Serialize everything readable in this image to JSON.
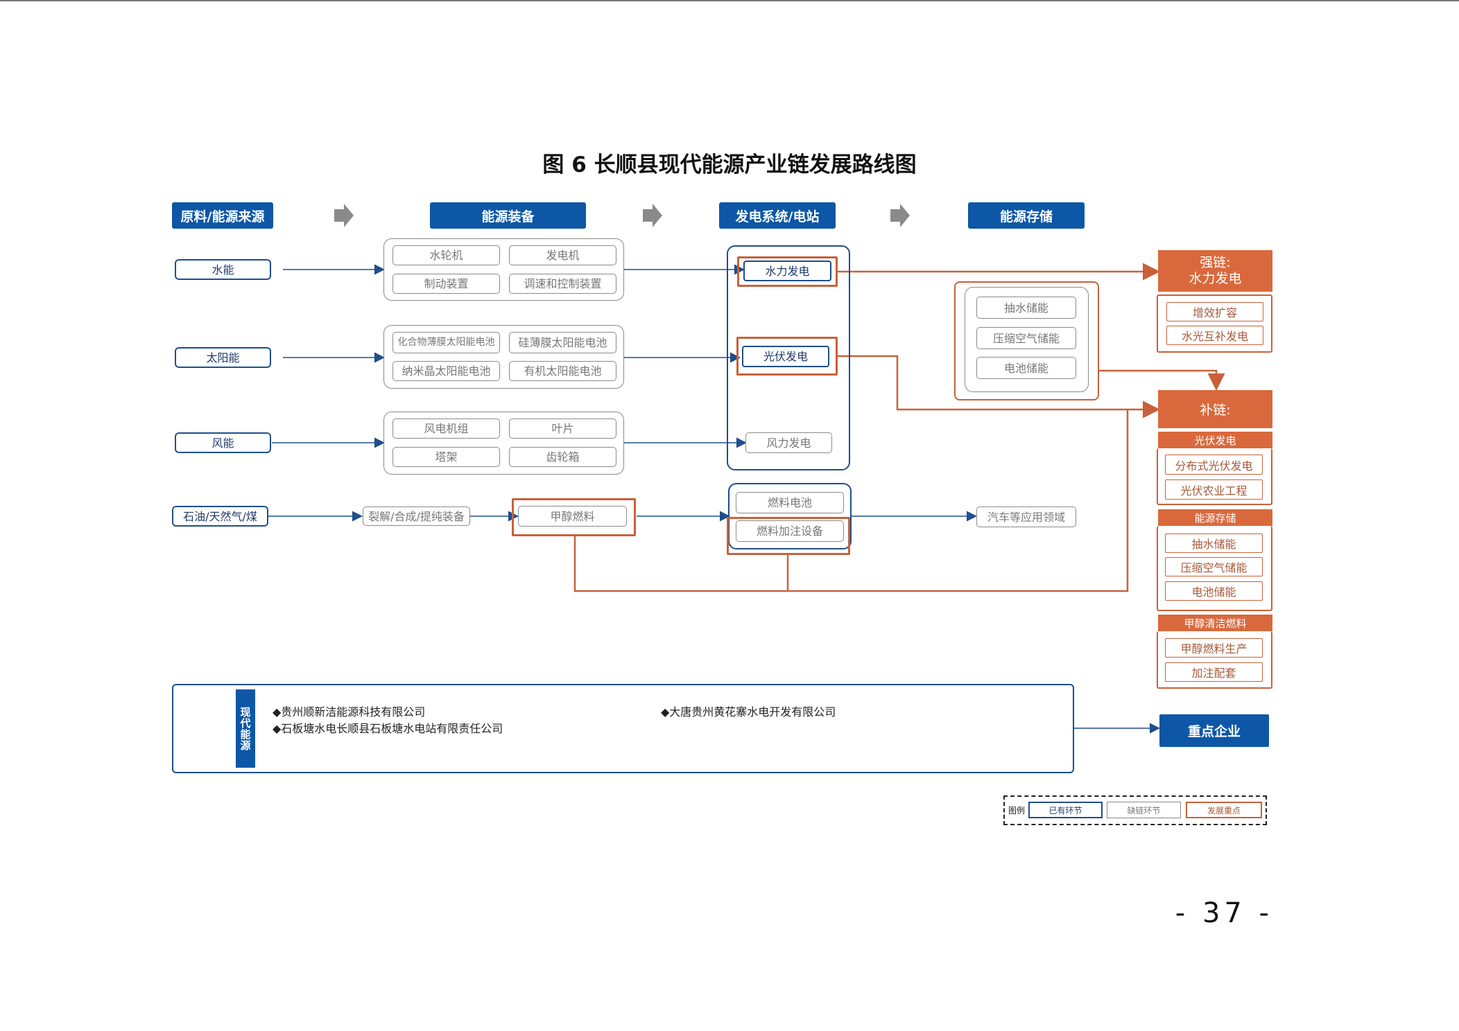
{
  "title": "图 6 长顺县现代能源产业链发展路线图",
  "stages": [
    "原料/能源来源",
    "能源装备",
    "发电系统/电站",
    "能源存储"
  ],
  "sources": [
    "水能",
    "太阳能",
    "风能",
    "石油/天然气/煤"
  ],
  "equipment": {
    "hydro": [
      "水轮机",
      "发电机",
      "制动装置",
      "调速和控制装置"
    ],
    "solar": [
      "化合物薄膜太阳能电池",
      "硅薄膜太阳能电池",
      "纳米晶太阳能电池",
      "有机太阳能电池"
    ],
    "wind": [
      "风电机组",
      "叶片",
      "塔架",
      "齿轮箱"
    ],
    "fossil_process": "裂解/合成/提纯装备",
    "methanol_fuel": "甲醇燃料"
  },
  "generation": {
    "hydro": "水力发电",
    "solar": "光伏发电",
    "wind": "风力发电",
    "fuel_cell": "燃料电池",
    "refuel": "燃料加注设备"
  },
  "storage": [
    "抽水储能",
    "压缩空气储能",
    "电池储能"
  ],
  "application": "汽车等应用领域",
  "strong_chain": {
    "title_line1": "强链:",
    "title_line2": "水力发电",
    "items": [
      "增效扩容",
      "水光互补发电"
    ]
  },
  "supplement_chain": {
    "title": "补链:",
    "groups": [
      {
        "name": "光伏发电",
        "items": [
          "分布式光伏发电",
          "光伏农业工程"
        ]
      },
      {
        "name": "能源存储",
        "items": [
          "抽水储能",
          "压缩空气储能",
          "电池储能"
        ]
      },
      {
        "name": "甲醇清洁燃料",
        "items": [
          "甲醇燃料生产",
          "加注配套"
        ]
      }
    ]
  },
  "enterprises": {
    "side_label": "现代能源",
    "list": [
      "◆贵州顺新洁能源科技有限公司",
      "◆石板塘水电长顺县石板塘水电站有限责任公司",
      "◆大唐贵州黄花寨水电开发有限公司"
    ],
    "target": "重点企业"
  },
  "legend": {
    "label": "图例",
    "items": [
      "已有环节",
      "缺链环节",
      "发展重点"
    ]
  },
  "page_number": "- 37 -",
  "colors": {
    "blue": "#0d57a6",
    "orange": "#d9693d",
    "gray": "#8a8a8a"
  }
}
